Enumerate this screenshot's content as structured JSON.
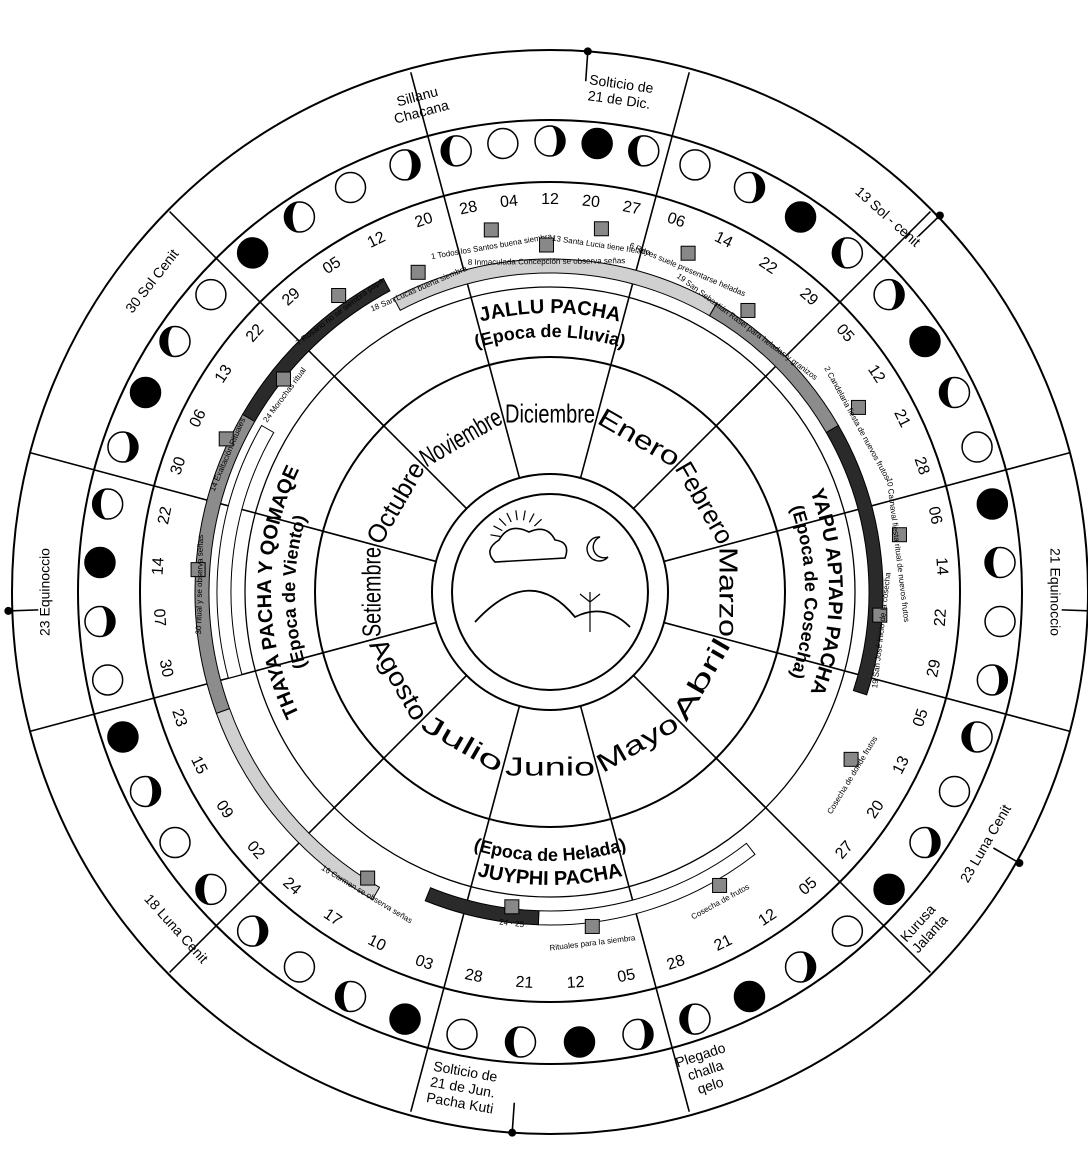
{
  "seasons": [
    {
      "name": "JALLU PACHA",
      "sub": "(Epoca de Lluvia)"
    },
    {
      "name": "YAPU APTAPI PACHA",
      "sub": "(Epoca de Cosecha)"
    },
    {
      "name": "JUYPHI PACHA",
      "sub": "(Epoca de Helada)"
    },
    {
      "name": "THAYA PACHA Y QOMAQE",
      "sub": "(Epoca de Viento)"
    }
  ],
  "months": [
    "Enero",
    "Febrero",
    "Marzo",
    "Abril",
    "Mayo",
    "Junio",
    "Julio",
    "Agosto",
    "Setiembre",
    "Octubre",
    "Noviembre",
    "Diciembre"
  ],
  "month_dates": [
    [
      "06",
      "14",
      "22",
      "29"
    ],
    [
      "05",
      "12",
      "21",
      "28"
    ],
    [
      "06",
      "14",
      "22",
      "29"
    ],
    [
      "05",
      "13",
      "20",
      "27"
    ],
    [
      "05",
      "12",
      "21",
      "28"
    ],
    [
      "05",
      "12",
      "21",
      "28"
    ],
    [
      "03",
      "10",
      "17",
      "24"
    ],
    [
      "02",
      "09",
      "15",
      "23"
    ],
    [
      "30",
      "07",
      "14",
      "22"
    ],
    [
      "30",
      "06",
      "13",
      "22"
    ],
    [
      "29",
      "05",
      "12",
      "20"
    ],
    [
      "28",
      "04",
      "12",
      "20",
      "27"
    ]
  ],
  "month_notes": [
    [
      "6 Reyes suele presentarse heladas",
      "19 San Sebastián Rasel para heladas y granizos"
    ],
    [
      "2 Candelaria fiesta de nuevos frutos"
    ],
    [
      "10 Carnaval fiesta ritual de nuevos frutos",
      "19 San José inicio de la cosecha"
    ],
    [
      "Cosecha de donde frutos"
    ],
    [
      "Cosecha de frutos"
    ],
    [
      "Rituales para la siembra",
      "24 · 25"
    ],
    [
      "16 Carmen se observa señas"
    ],
    [],
    [
      "30 ritual y se observa señas"
    ],
    [
      "14 Exaltación Rituales",
      "24 Morochas ritual"
    ],
    [
      "7 Rosario no se siembra papa",
      "18 San Lucas buena siembra"
    ],
    [
      "1 Todos los Santos buena siembra",
      "8 Inmaculada Concepción se observa señas",
      "13 Santa Lucia tiene helado"
    ]
  ],
  "outer_sector_labels": [
    {
      "lines": [
        "Sillanu",
        "Chacana"
      ]
    },
    {
      "lines": [
        "Solticio de",
        "21 de Dic."
      ]
    },
    {
      "lines": [
        "13 Sol - cenit"
      ]
    },
    {
      "lines": [
        "21 Equinoccio"
      ]
    },
    {
      "lines": [
        "23 Luna Cenit"
      ]
    },
    {
      "lines": [
        "Kurusa",
        "Jalanta"
      ]
    },
    {
      "lines": [
        "Plegado",
        "challa",
        "qelo"
      ]
    },
    {
      "lines": [
        "Solticio de",
        "21 de Jun.",
        "Pacha Kuti"
      ]
    },
    {
      "lines": [
        "18 Luna Cenit"
      ]
    },
    {
      "lines": [
        "23 Equinoccio"
      ]
    },
    {
      "lines": [
        "30 Sol Cenit"
      ]
    }
  ],
  "icons": {
    "center": "sun-cloud-moon-hill-icon",
    "moon_phase": "moon-phase-icon",
    "ritual": "ritual-marker-icon"
  },
  "colors": {
    "ink": "#000000",
    "band_dark": "#2a2a2a",
    "band_mid": "#8c8c8c",
    "band_light": "#d0d0d0",
    "paper": "#ffffff"
  }
}
